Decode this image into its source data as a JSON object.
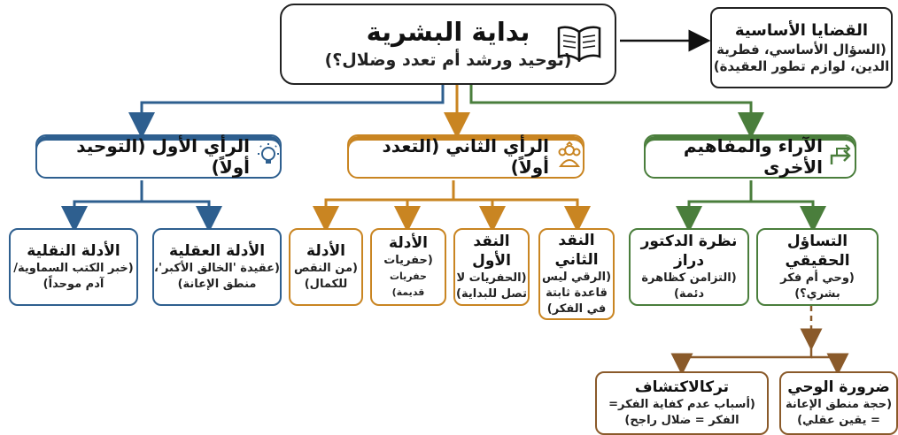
{
  "root": {
    "title": "بداية البشرية",
    "subtitle": "(توحيد ورشد أم تعدد وضلال؟)"
  },
  "core": {
    "title": "القضايا الأساسية",
    "line1": "(السؤال الأساسي، فطرية",
    "line2": "الدين، لوازم تطور العقيدة)"
  },
  "headers": {
    "first": "الرأي الأول (التوحيد أولاً)",
    "second": "الرأي الثاني (التعدد أولاً)",
    "third": "الآراء والمفاهيم الأخرى"
  },
  "first_view": [
    {
      "title": "الأدلة العقلية",
      "line1": "(عقيدة 'الخالق الأكبر'،",
      "line2": "منطق الإعانة)"
    },
    {
      "title": "الأدلة النقلية",
      "line1": "(خبر الكتب السماوية/",
      "line2": "آدم موحداً)"
    }
  ],
  "second_view": [
    {
      "title": "النقد الثاني",
      "line1": "(الرقي ليس",
      "line2": "قاعدة ثابتة",
      "line3": "في الفكر)"
    },
    {
      "title": "النقد الأول",
      "line1": "(الحفريات لا",
      "line2": "تصل للبداية)"
    },
    {
      "title": "الأدلة",
      "line1": "(حفريات",
      "line2": "حفريات قديمة)"
    },
    {
      "title": "الأدلة",
      "line1": "(من النقص",
      "line2": "للكمال)"
    }
  ],
  "third_view": [
    {
      "title": "التساؤل الحقيقي",
      "line1": "(وحي أم فكر بشري؟)"
    },
    {
      "title": "نظرة الدكتور دراز",
      "line1": "(التزامن كظاهرة",
      "line2": "دئمة)"
    }
  ],
  "bottom": [
    {
      "title": "ضرورة الوحي",
      "line1": "(حجة منطق الإعانة",
      "line2": "= يقين عقلي)"
    },
    {
      "title": "تركالاكتشاف",
      "line1": "(أسباب عدم كفاية الفكر=",
      "line2": "الفكر = ضلال راجح)"
    }
  ],
  "colors": {
    "blue": "#2e5f8f",
    "gold": "#c98522",
    "green": "#4a7e3c",
    "brown": "#8a5a2a"
  },
  "icons": [
    "book-icon",
    "lightbulb-head-icon",
    "multi-headed-idol-icon",
    "branching-arrow-icon"
  ]
}
